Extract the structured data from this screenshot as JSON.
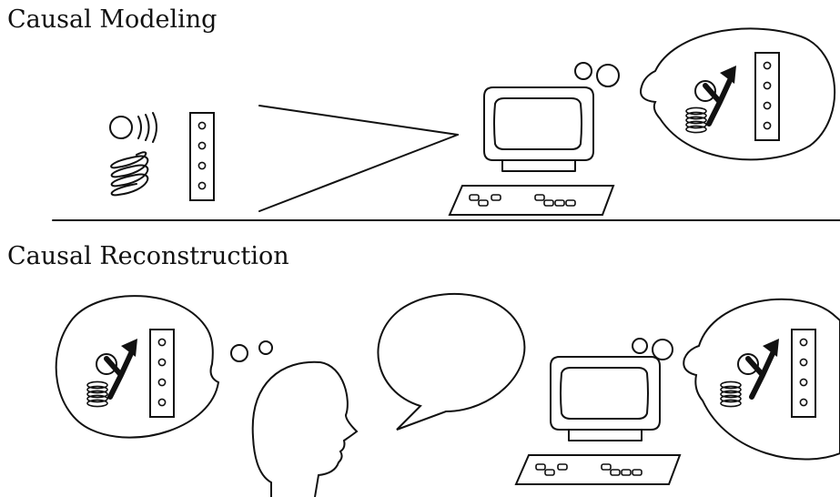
{
  "sections": {
    "top": {
      "title": "Causal Modeling"
    },
    "bottom": {
      "title": "Causal Reconstruction"
    }
  },
  "colors": {
    "ink": "#111111",
    "background": "#ffffff"
  },
  "icons": [
    "ball-icon",
    "sound-waves-icon",
    "spring-icon",
    "light-panel-icon",
    "computer-icon",
    "keyboard-icon",
    "thought-bubble-icon",
    "causal-arrow-icon",
    "human-head-icon",
    "speech-bubble-icon"
  ],
  "panel": {
    "light_count": 4
  }
}
